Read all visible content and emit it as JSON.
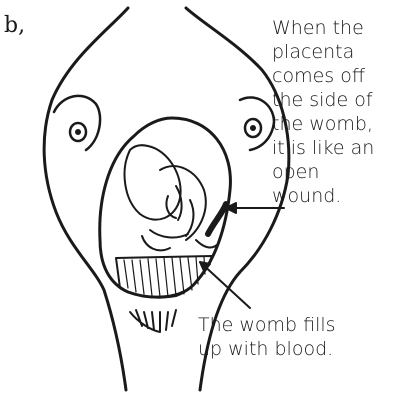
{
  "figure": {
    "panel_letter": "b,",
    "placenta_caption": [
      "When the",
      "placenta",
      "comes off",
      "the side of",
      "the womb,",
      "it is like an",
      "open",
      "wound."
    ],
    "blood_caption": [
      "The womb fills",
      "up with blood."
    ]
  },
  "colors": {
    "ink": "#1a1a1a",
    "background": "#ffffff"
  }
}
